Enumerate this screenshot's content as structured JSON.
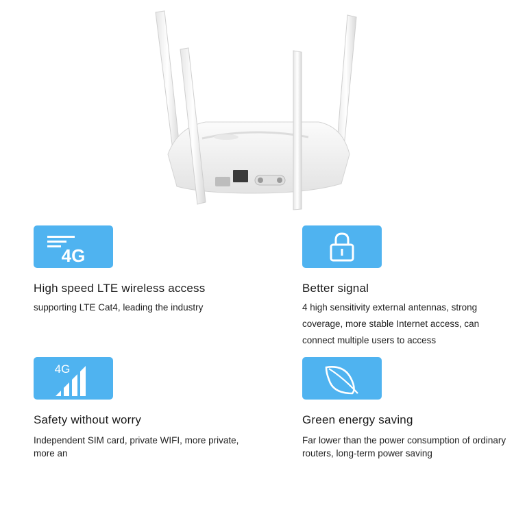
{
  "features": [
    {
      "icon": "lte-4g-icon",
      "title": "High speed LTE wireless access",
      "desc": "supporting LTE Cat4, leading the industry"
    },
    {
      "icon": "lock-icon",
      "title": "Better signal",
      "desc": "4 high sensitivity external antennas, strong coverage, more stable Internet access, can connect multiple users to access"
    },
    {
      "icon": "signal-bars-4g-icon",
      "title": "Safety without worry",
      "desc": "Independent SIM card, private WIFI, more private, more an"
    },
    {
      "icon": "leaf-icon",
      "title": "Green energy saving",
      "desc": "Far lower than the power consumption of ordinary routers, long-term power saving"
    }
  ],
  "icon_labels": {
    "lte": "4G",
    "signal": "4G"
  },
  "colors": {
    "badge": "#4fb3f0",
    "background": "#ffffff",
    "router": "#f2f2f2"
  }
}
